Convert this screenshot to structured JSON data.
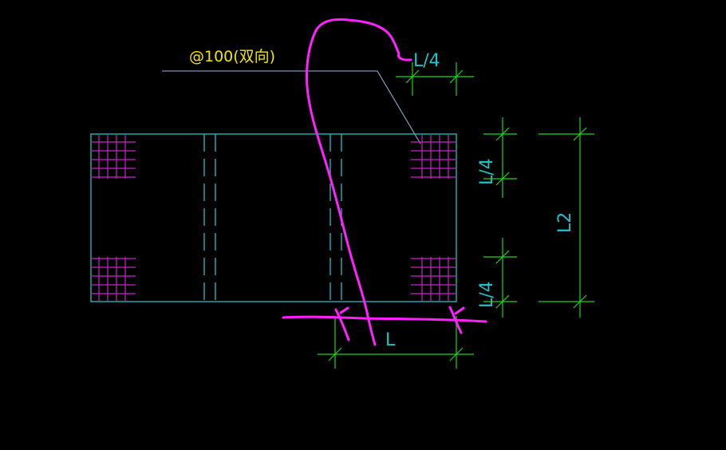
{
  "drawing": {
    "note_label": "@100(双向)",
    "dim_top": "L/4",
    "dim_right_upper": "L/4",
    "dim_right_lower": "L/4",
    "dim_overall": "L2",
    "dim_bottom": "L"
  },
  "colors": {
    "background": "#000000",
    "outline": "#22c1c7",
    "dimension": "#19d719",
    "rebar_mesh": "#cc22cc",
    "annotation": "#ff22ff",
    "note_text": "#f2e600",
    "leader": "#9fb6d6"
  }
}
